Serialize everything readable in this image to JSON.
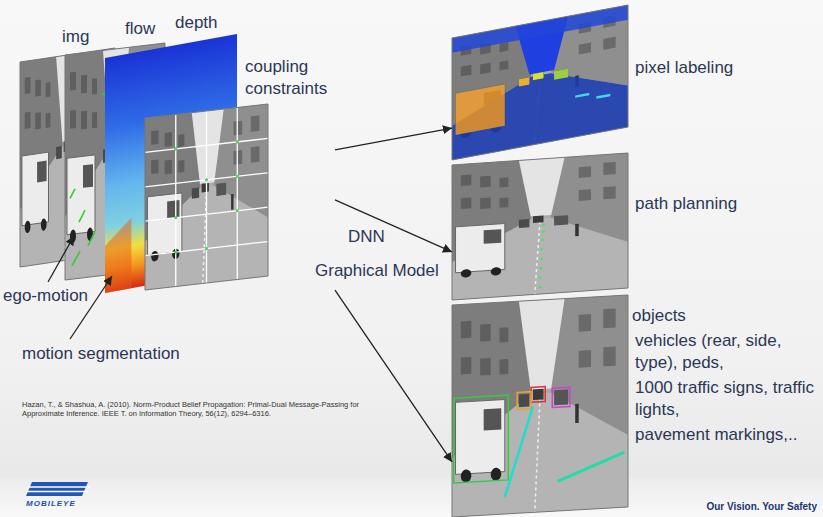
{
  "diagram": {
    "nodes": [
      {
        "text": [
          "coupling constraints"
        ]
      },
      {
        "text": [
          "pixel labeling"
        ]
      },
      {
        "text": [
          "path planning"
        ]
      },
      {
        "text": [
          "objects",
          "vehicles (rear, side, type), peds,",
          "1000 traffic signs, traffic lights,",
          "pavement markings,.."
        ]
      }
    ],
    "edges": [
      {
        "from": 0,
        "to": 1,
        "arrow": "to"
      },
      {
        "from": 0,
        "to": 2,
        "arrow": "to"
      },
      {
        "from": 0,
        "to": 3,
        "arrow": "to"
      }
    ],
    "labels": [
      "img",
      "flow",
      "depth",
      "ego-motion",
      "motion segmentation",
      "DNN",
      "Graphical Model",
      "Hazan, T., & Shashua, A. (2010). Norm-Product Belief Propagation: Primal-Dual Message-Passing for Approximate Inference. IEEE T. on Information Theory, 56(12), 6294–6316.",
      "MOBILEYE",
      "Our Vision. Your Safety"
    ]
  }
}
